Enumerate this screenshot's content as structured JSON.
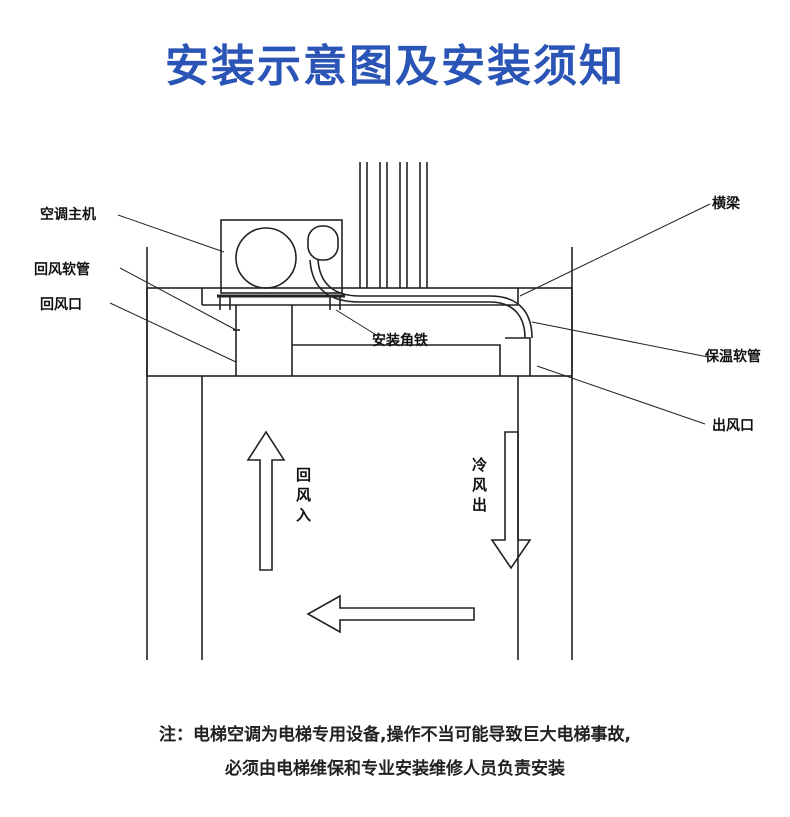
{
  "title": "安装示意图及安装须知",
  "labels": {
    "ac_unit": "空调主机",
    "return_hose": "回风软管",
    "return_vent": "回风口",
    "beam": "横梁",
    "angle_iron": "安装角铁",
    "insulated_hose": "保温软管",
    "outlet_vent": "出风口"
  },
  "flow": {
    "return_in": [
      "回",
      "风",
      "入"
    ],
    "cold_out": [
      "冷",
      "风",
      "出"
    ]
  },
  "notes": {
    "line1": "注：电梯空调为电梯专用设备,操作不当可能导致巨大电梯事故,",
    "line2": "必须由电梯维保和专业安装维修人员负责安装"
  }
}
